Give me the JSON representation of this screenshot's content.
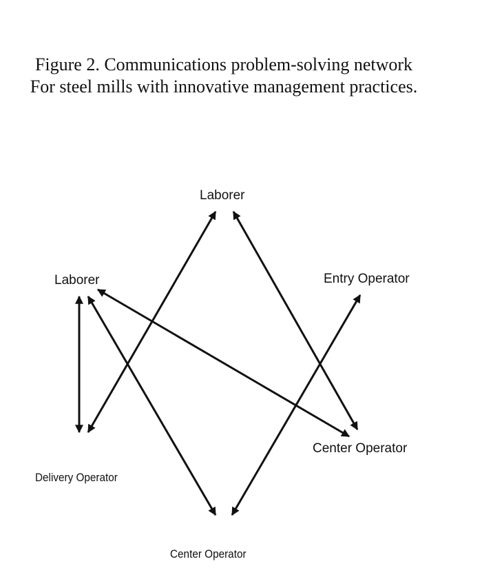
{
  "title": {
    "line1": "Figure 2. Communications problem-solving network",
    "line2": "For steel mills with innovative management practices."
  },
  "nodes": {
    "laborer_top": "Laborer",
    "laborer_left": "Laborer",
    "entry_operator": "Entry Operator",
    "center_operator_right": "Center Operator",
    "delivery_operator": "Delivery Operator",
    "center_operator_bottom": "Center Operator"
  },
  "edges": [
    {
      "from": "laborer_left",
      "to": "delivery_operator",
      "direction": "both"
    },
    {
      "from": "delivery_operator",
      "to": "laborer_top",
      "direction": "both"
    },
    {
      "from": "laborer_top",
      "to": "center_operator_right",
      "direction": "both"
    },
    {
      "from": "laborer_left",
      "to": "center_operator_bottom",
      "direction": "both"
    },
    {
      "from": "laborer_left",
      "to": "center_operator_right",
      "direction": "both"
    },
    {
      "from": "entry_operator",
      "to": "center_operator_bottom",
      "direction": "both"
    }
  ],
  "colors": {
    "line": "#111111"
  }
}
